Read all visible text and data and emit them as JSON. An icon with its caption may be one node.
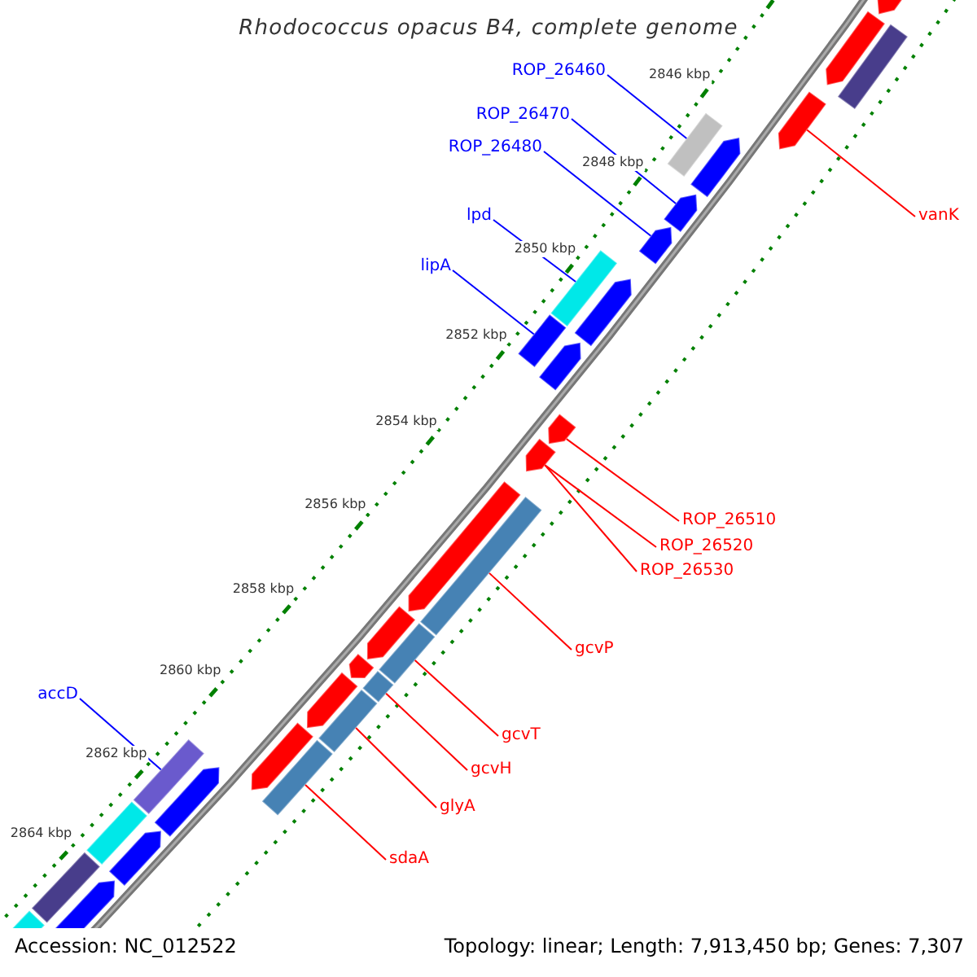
{
  "diagram": {
    "title": "Rhodococcus opacus B4, complete genome",
    "nodes": [
      {
        "text": [
          "ROP_26460"
        ]
      },
      {
        "text": [
          "ROP_26470"
        ]
      },
      {
        "text": [
          "ROP_26480"
        ]
      },
      {
        "text": [
          "lpd"
        ]
      },
      {
        "text": [
          "vanK"
        ]
      },
      {
        "text": [
          "lipA"
        ]
      },
      {
        "text": [
          "ROP_26510"
        ]
      },
      {
        "text": [
          "ROP_26520"
        ]
      },
      {
        "text": [
          "ROP_26530"
        ]
      },
      {
        "text": [
          "gcvP"
        ]
      },
      {
        "text": [
          "accD"
        ]
      },
      {
        "text": [
          "gcvT"
        ]
      },
      {
        "text": [
          "gcvH"
        ]
      },
      {
        "text": [
          "glyA"
        ]
      },
      {
        "text": [
          "sdaA"
        ]
      },
      {
        "text": [],
        "shape": "arrow"
      },
      {
        "text": [],
        "shape": "arrow"
      },
      {
        "text": [],
        "shape": "arrow"
      },
      {
        "text": [],
        "shape": "bar"
      },
      {
        "text": [],
        "shape": "arrow"
      },
      {
        "text": [],
        "shape": "bar"
      },
      {
        "text": [],
        "shape": "arrow"
      },
      {
        "text": [],
        "shape": "arrow"
      },
      {
        "text": [],
        "shape": "arrow"
      },
      {
        "text": [],
        "shape": "bar"
      },
      {
        "text": [],
        "shape": "arrow"
      },
      {
        "text": [],
        "shape": "bar"
      },
      {
        "text": [],
        "shape": "arrow"
      },
      {
        "text": [],
        "shape": "arrow"
      },
      {
        "text": [],
        "shape": "arrow"
      },
      {
        "text": [],
        "shape": "bar"
      },
      {
        "text": [],
        "shape": "arrow"
      },
      {
        "text": [],
        "shape": "bar"
      },
      {
        "text": [],
        "shape": "arrow"
      },
      {
        "text": [],
        "shape": "bar"
      },
      {
        "text": [],
        "shape": "arrow"
      },
      {
        "text": [],
        "shape": "bar"
      },
      {
        "text": [],
        "shape": "arrow"
      },
      {
        "text": [],
        "shape": "bar"
      },
      {
        "text": [],
        "shape": "arrow"
      },
      {
        "text": [],
        "shape": "bar"
      },
      {
        "text": [],
        "shape": "arrow"
      },
      {
        "text": [],
        "shape": "bar"
      },
      {
        "text": [],
        "shape": "arrow"
      },
      {
        "text": [],
        "shape": "bar"
      },
      {
        "text": [],
        "shape": "bar"
      }
    ],
    "edges": [
      {
        "from": 0,
        "to": 20,
        "arrow": "none",
        "color": "#0000ff"
      },
      {
        "from": 1,
        "to": 21,
        "arrow": "none",
        "color": "#0000ff"
      },
      {
        "from": 2,
        "to": 22,
        "arrow": "none",
        "color": "#0000ff"
      },
      {
        "from": 3,
        "to": 24,
        "arrow": "none",
        "color": "#0000ff"
      },
      {
        "from": 4,
        "to": 17,
        "arrow": "none"
      },
      {
        "from": 5,
        "to": 26,
        "arrow": "none",
        "color": "#0000ff"
      },
      {
        "from": 6,
        "to": 27,
        "arrow": "none"
      },
      {
        "from": 7,
        "to": 28,
        "arrow": "none"
      },
      {
        "from": 8,
        "to": 28,
        "arrow": "none"
      },
      {
        "from": 9,
        "to": 30,
        "arrow": "none"
      },
      {
        "from": 10,
        "to": 40,
        "arrow": "none",
        "color": "#0000ff"
      },
      {
        "from": 11,
        "to": 32,
        "arrow": "none"
      },
      {
        "from": 12,
        "to": 34,
        "arrow": "none"
      },
      {
        "from": 13,
        "to": 36,
        "arrow": "none"
      },
      {
        "from": 14,
        "to": 38,
        "arrow": "none"
      }
    ],
    "labels": [
      "2846 kbp",
      "2848 kbp",
      "2850 kbp",
      "2852 kbp",
      "2854 kbp",
      "2856 kbp",
      "2858 kbp",
      "2860 kbp",
      "2862 kbp",
      "2864 kbp",
      "Accession: NC_012522",
      "Topology: linear; Length: 7,913,450 bp; Genes: 7,307"
    ]
  }
}
